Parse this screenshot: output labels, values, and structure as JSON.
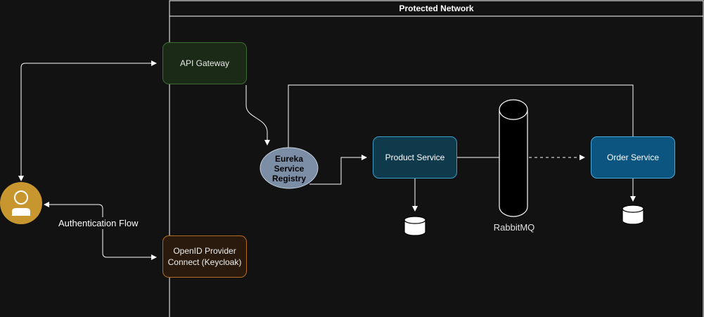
{
  "network": {
    "title": "Protected Network"
  },
  "nodes": {
    "api_gateway": "API Gateway",
    "eureka_line1": "Eureka",
    "eureka_line2": "Service",
    "eureka_line3": "Registry",
    "product_service": "Product Service",
    "order_service": "Order Service",
    "openid_line1": "OpenID Provider",
    "openid_line2": "Connect (Keycloak)",
    "rabbitmq": "RabbitMQ"
  },
  "edges": {
    "auth_flow": "Authentication Flow"
  },
  "icons": {
    "user": "user-icon",
    "database": "database-icon",
    "queue": "queue-cylinder-icon"
  },
  "colors": {
    "background": "#121212",
    "user_circle": "#c8962e",
    "eureka_fill": "#7b8ea6",
    "gateway_border": "#3d6b32",
    "openid_border": "#b36b1f",
    "product_fill": "#0f3a4c",
    "order_fill": "#0c5580"
  }
}
